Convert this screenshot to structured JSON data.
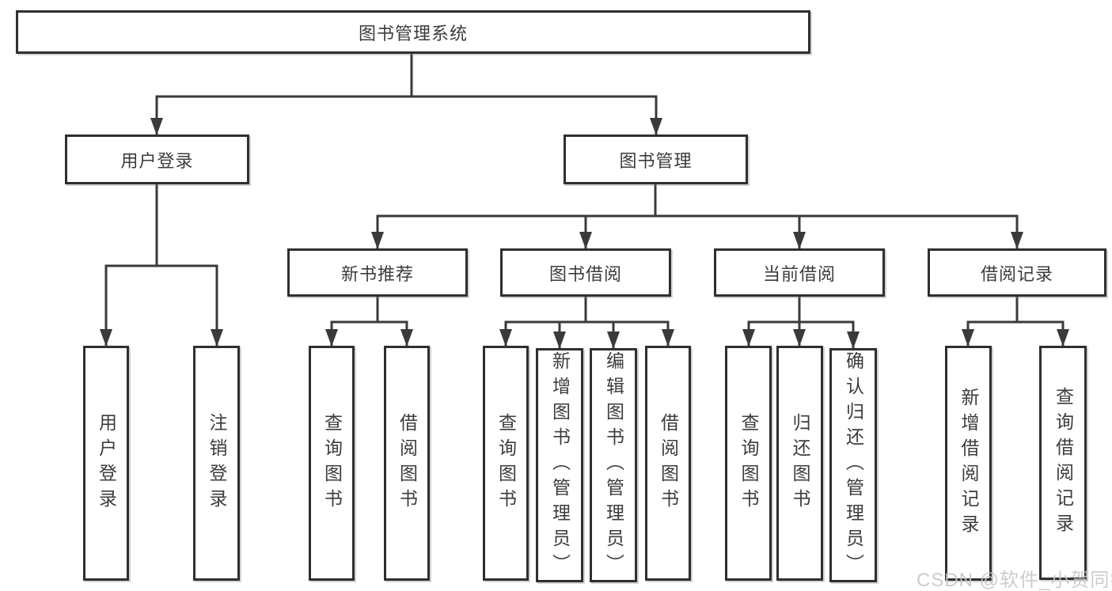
{
  "diagram": {
    "type": "tree-diagram",
    "root": {
      "label": "图书管理系统"
    },
    "branches": [
      {
        "label": "用户登录",
        "children": [
          "用户登录",
          "注销登录"
        ]
      },
      {
        "label": "图书管理",
        "children": [
          {
            "label": "新书推荐",
            "children": [
              "查询图书",
              "借阅图书"
            ]
          },
          {
            "label": "图书借阅",
            "children": [
              "查询图书",
              "新增图书（管理员）",
              "编辑图书（管理员）",
              "借阅图书"
            ]
          },
          {
            "label": "当前借阅",
            "children": [
              "查询图书",
              "归还图书",
              "确认归还（管理员）"
            ]
          },
          {
            "label": "借阅记录",
            "children": [
              "新增借阅记录",
              "查询借阅记录"
            ]
          }
        ]
      }
    ],
    "colors": {
      "line": "#3a3a3a",
      "box_border": "#2f2f2f",
      "text": "#3c3c3c",
      "background": "#ffffff",
      "watermark": "#c7c7c7"
    }
  },
  "watermark": "CSDN @软件_小贺同学"
}
